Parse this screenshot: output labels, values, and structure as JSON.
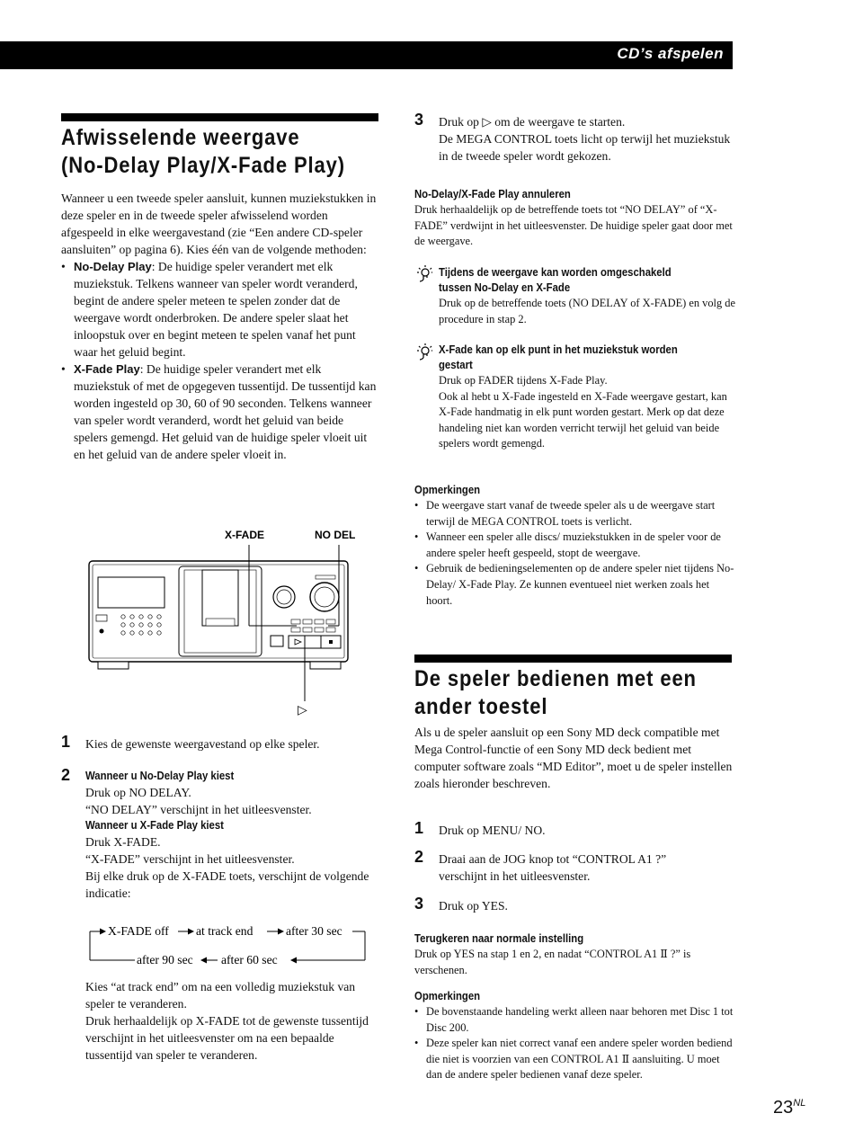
{
  "header": {
    "section_title": "CD’s afspelen"
  },
  "left": {
    "heading_line1": "Afwisselende weergave",
    "heading_line2": "(No-Delay Play/X-Fade Play)",
    "intro": "Wanneer u een tweede speler aansluit, kunnen muziekstukken in deze speler en in de tweede speler afwisselend worden afgespeeld in elke weergavestand (zie “Een andere CD-speler aansluiten” op pagina 6). Kies één van de volgende methoden:",
    "bullet1_term": "No-Delay Play",
    "bullet1_text": ": De huidige speler verandert met elk muziekstuk. Telkens wanneer van speler wordt veranderd, begint de andere speler meteen te spelen zonder dat de weergave wordt onderbroken. De andere speler slaat het inloopstuk over en begint meteen te spelen vanaf het punt waar het geluid begint.",
    "bullet2_term": "X-Fade Play",
    "bullet2_text": ": De huidige speler verandert met elk muziekstuk of met de opgegeven tussentijd. De tussentijd kan worden ingesteld op 30, 60 of 90 seconden. Telkens wanneer van speler wordt veranderd, wordt het geluid van beide spelers gemengd. Het geluid van de huidige speler vloeit uit en het geluid van de andere speler vloeit in.",
    "figure": {
      "label_xfade": "X-FADE",
      "label_nodelay": "NO DELAY",
      "play_symbol": "▷"
    },
    "step1_num": "1",
    "step1_text": "Kies de gewenste weergavestand op elke speler.",
    "step2_num": "2",
    "step2_sub1": "Wanneer u No-Delay Play kiest",
    "step2_line1": "Druk op NO DELAY.",
    "step2_line2": "“NO DELAY” verschijnt in het uitleesvenster.",
    "step2_sub2": "Wanneer u X-Fade Play kiest",
    "step2_line3": "Druk X-FADE.",
    "step2_line4": "“X-FADE” verschijnt in het uitleesvenster.",
    "step2_line5": "Bij elke druk op de X-FADE toets, verschijnt de volgende indicatie:",
    "cycle": {
      "a": "X-FADE off",
      "b": "at track end",
      "c": "after 30 sec",
      "d": "after 90 sec",
      "e": "after 60 sec"
    },
    "after_cycle1": "Kies “at track end” om na een volledig muziekstuk van speler te veranderen.",
    "after_cycle2": "Druk herhaaldelijk op X-FADE tot de gewenste tussentijd verschijnt in het uitleesvenster om na een bepaalde tussentijd van speler te veranderen."
  },
  "right": {
    "step3_num": "3",
    "step3_pre": "Druk op",
    "step3_symbol": "▷",
    "step3_post": "om de weergave te starten.",
    "step3_rest": "De MEGA CONTROL toets licht op terwijl het muziekstuk in de tweede speler wordt gekozen.",
    "cancel_heading": "No-Delay/X-Fade Play annuleren",
    "cancel_text": "Druk herhaaldelijk op de betreffende toets tot “NO DELAY” of “X-FADE” verdwijnt in het uitleesvenster. De huidige speler gaat door met de weergave.",
    "tip1_heading1": "Tijdens de weergave kan worden omgeschakeld",
    "tip1_heading2": "tussen No-Delay en X-Fade",
    "tip1_text": "Druk op de betreffende toets (NO DELAY of X-FADE) en volg de procedure in stap 2.",
    "tip2_heading1": "X-Fade kan op elk punt in het muziekstuk worden",
    "tip2_heading2": "gestart",
    "tip2_line1": "Druk op FADER tijdens X-Fade Play.",
    "tip2_text": "Ook al hebt u X-Fade ingesteld en X-Fade weergave gestart, kan X-Fade handmatig in elk punt worden gestart. Merk op dat deze handeling niet kan worden verricht terwijl het geluid van beide spelers wordt gemengd.",
    "notes1_heading": "Opmerkingen",
    "notes1": [
      "De weergave start vanaf de tweede speler als u de weergave start terwijl de MEGA CONTROL toets is verlicht.",
      "Wanneer een speler alle discs/ muziekstukken in de speler voor de andere speler heeft gespeeld, stopt de weergave.",
      "Gebruik de bedieningselementen op de andere speler niet tijdens No-Delay/ X-Fade Play. Ze kunnen eventueel niet werken zoals het hoort."
    ],
    "heading2_line1": "De speler bedienen met een",
    "heading2_line2": "ander toestel",
    "intro2": "Als u de speler aansluit op een Sony MD deck compatible met Mega Control-functie of een Sony MD deck bedient met computer software zoals “MD Editor”, moet u de speler instellen zoals hieronder beschreven.",
    "s1_num": "1",
    "s1_text": "Druk op MENU/ NO.",
    "s2_num": "2",
    "s2_text": "Draai aan de JOG knop tot “CONTROL A1 ?” verschijnt in het uitleesvenster.",
    "s3_num": "3",
    "s3_text": "Druk op YES.",
    "return_heading": "Terugkeren naar normale instelling",
    "return_text": "Druk op YES na stap 1 en 2, en nadat “CONTROL A1 Ⅱ ?” is verschenen.",
    "notes2_heading": "Opmerkingen",
    "notes2": [
      "De bovenstaande handeling werkt alleen naar behoren met Disc 1 tot Disc 200.",
      "Deze speler kan niet correct vanaf een andere speler worden bediend die niet is voorzien van een CONTROL A1 Ⅱ aansluiting. U moet dan de andere speler bedienen vanaf deze speler."
    ]
  },
  "footer": {
    "page_number": "23",
    "lang": "NL"
  }
}
